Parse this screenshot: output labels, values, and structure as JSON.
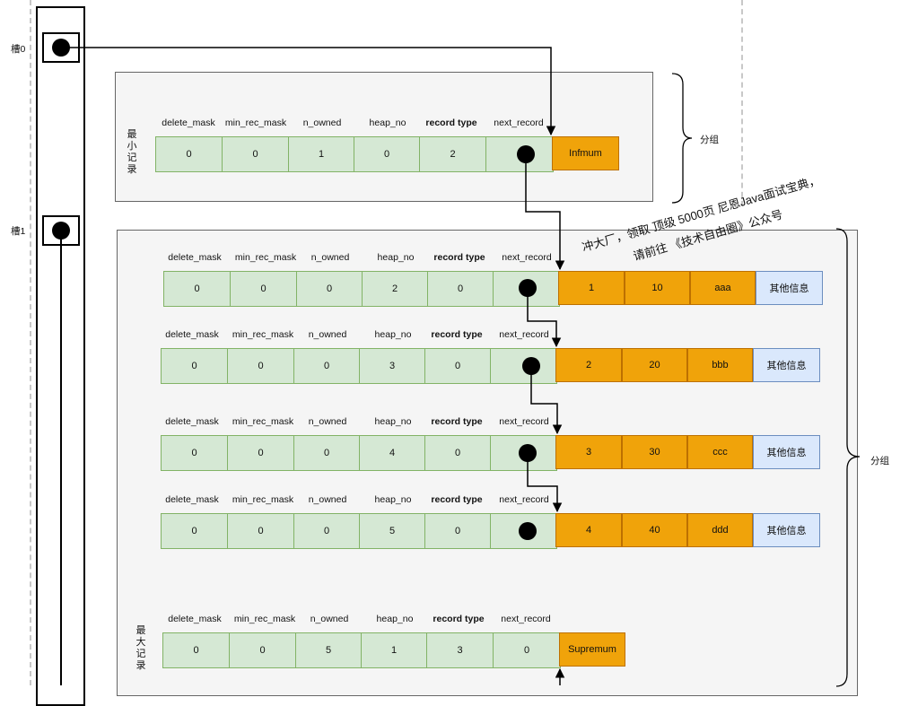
{
  "slots": [
    {
      "label": "槽0"
    },
    {
      "label": "槽1"
    }
  ],
  "headers": [
    "delete_mask",
    "min_rec_mask",
    "n_owned",
    "heap_no",
    "record type",
    "next_record"
  ],
  "min_record": {
    "side_label": "最小记录",
    "values": [
      "0",
      "0",
      "1",
      "0",
      "2",
      ""
    ],
    "record_name": "Infmum"
  },
  "max_record": {
    "side_label": "最大记录",
    "values": [
      "0",
      "0",
      "5",
      "1",
      "3",
      "0"
    ],
    "record_name": "Supremum"
  },
  "user_records": [
    {
      "values": [
        "0",
        "0",
        "0",
        "2",
        "0",
        ""
      ],
      "data": [
        "1",
        "10",
        "aaa"
      ],
      "other": "其他信息"
    },
    {
      "values": [
        "0",
        "0",
        "0",
        "3",
        "0",
        ""
      ],
      "data": [
        "2",
        "20",
        "bbb"
      ],
      "other": "其他信息"
    },
    {
      "values": [
        "0",
        "0",
        "0",
        "4",
        "0",
        ""
      ],
      "data": [
        "3",
        "30",
        "ccc"
      ],
      "other": "其他信息"
    },
    {
      "values": [
        "0",
        "0",
        "0",
        "5",
        "0",
        ""
      ],
      "data": [
        "4",
        "40",
        "ddd"
      ],
      "other": "其他信息"
    }
  ],
  "group_labels": [
    "分组",
    "分组"
  ],
  "watermark": {
    "line1": "冲大厂，领取 顶级 5000页 尼恩Java面试宝典，",
    "line2": "请前往 《技术自由圈》公众号"
  }
}
